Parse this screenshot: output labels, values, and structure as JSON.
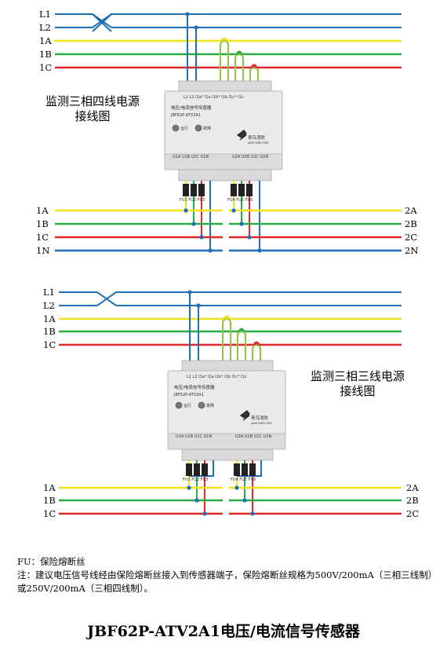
{
  "colors": {
    "L": "#1f6fb5",
    "A": "#f2e21a",
    "B": "#2bab45",
    "C": "#e3262a",
    "N": "#1f6fb5",
    "device_body": "#eaeaea",
    "fuse": "#222222"
  },
  "diagram1": {
    "caption_line1": "监测三相四线电源",
    "caption_line2": "接线图",
    "top_bus": {
      "L1": "L1",
      "L2": "L2",
      "A": "1A",
      "B": "1B",
      "C": "1C"
    },
    "bottom_left": {
      "A": "1A",
      "B": "1B",
      "C": "1C",
      "N": "1N"
    },
    "bottom_right": {
      "A": "2A",
      "B": "2B",
      "C": "2C",
      "N": "2N"
    },
    "device": {
      "name": "电压/电流信号传感器",
      "model": "JBF62P-ATV2A1",
      "led_run": "运行",
      "led_fault": "故障",
      "brand": "青鸟消防",
      "brand_sub": "JADE BIRD FIRE",
      "top_terminals": "L1 L2    I1a* I1a I1b* I1b I1c* I1c",
      "bottom_terminals_left": "U1A U1B U1C U1N",
      "bottom_terminals_right": "U2A U2B U2C U2N",
      "fuse_labels_left": "FU1 FU2 FU3",
      "fuse_labels_right": "FU4 FU5 FU6"
    }
  },
  "diagram2": {
    "caption_line1": "监测三相三线电源",
    "caption_line2": "接线图",
    "top_bus": {
      "L1": "L1",
      "L2": "L2",
      "A": "1A",
      "B": "1B",
      "C": "1C"
    },
    "bottom_left": {
      "A": "1A",
      "B": "1B",
      "C": "1C"
    },
    "bottom_right": {
      "A": "2A",
      "B": "2B",
      "C": "2C"
    },
    "device": {
      "name": "电压/电流信号传感器",
      "model": "JBF62P-ATV2A1",
      "led_run": "运行",
      "led_fault": "故障",
      "brand": "青鸟消防",
      "brand_sub": "JADE BIRD FIRE",
      "top_terminals": "L1 L2    I1a* I1a I1b* I1b I1c* I1c",
      "bottom_terminals_left": "U1A U1B U1C U1N",
      "bottom_terminals_right": "U2A U2B U2C U2N",
      "fuse_labels_left": "FU1 FU2 FU3",
      "fuse_labels_right": "FU4 FU5 FU6"
    }
  },
  "notes": {
    "fu": "FU：保险熔断丝",
    "main": "注：建议电压信号线经由保险熔断丝接入到传感器端子，保险熔断丝规格为500V/200mA（三相三线制）或250V/200mA（三相四线制）。"
  },
  "title": "JBF62P-ATV2A1电压/电流信号传感器"
}
